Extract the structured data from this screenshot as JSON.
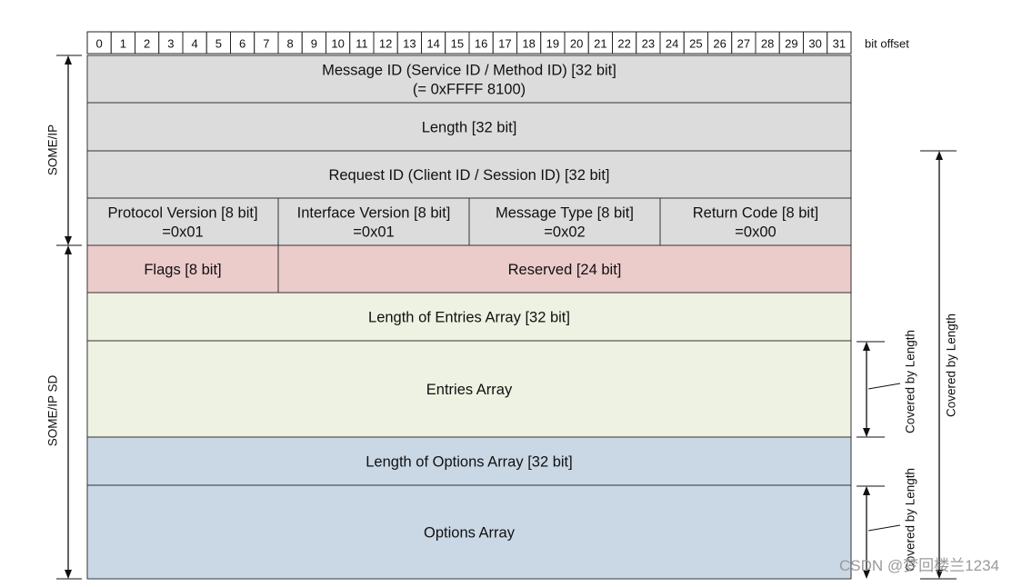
{
  "bit_offset_label": "bit offset",
  "bit_numbers": [
    "0",
    "1",
    "2",
    "3",
    "4",
    "5",
    "6",
    "7",
    "8",
    "9",
    "10",
    "11",
    "12",
    "13",
    "14",
    "15",
    "16",
    "17",
    "18",
    "19",
    "20",
    "21",
    "22",
    "23",
    "24",
    "25",
    "26",
    "27",
    "28",
    "29",
    "30",
    "31"
  ],
  "side_labels": {
    "someip": "SOME/IP",
    "someip_sd": "SOME/IP SD"
  },
  "brackets": {
    "covered_entries": "Covered by Length",
    "covered_options": "Covered by Length",
    "covered_all": "Covered by Length"
  },
  "colors": {
    "grey": "#dcdcdc",
    "pink": "#eccbcb",
    "green": "#eef2e2",
    "blue": "#cad8e6"
  },
  "rows": [
    {
      "id": "message-id",
      "cells": [
        {
          "lines": [
            "Message ID (Service ID / Method ID) [32 bit]",
            "(= 0xFFFF 8100)"
          ],
          "bits": 32
        }
      ]
    },
    {
      "id": "length",
      "cells": [
        {
          "lines": [
            "Length [32 bit]"
          ],
          "bits": 32
        }
      ]
    },
    {
      "id": "request-id",
      "cells": [
        {
          "lines": [
            "Request ID (Client ID / Session ID) [32 bit]"
          ],
          "bits": 32
        }
      ]
    },
    {
      "id": "header-fields",
      "cells": [
        {
          "lines": [
            "Protocol Version [8 bit]",
            "=0x01"
          ],
          "bits": 8
        },
        {
          "lines": [
            "Interface Version [8 bit]",
            "=0x01"
          ],
          "bits": 8
        },
        {
          "lines": [
            "Message Type [8 bit]",
            "=0x02"
          ],
          "bits": 8
        },
        {
          "lines": [
            "Return Code [8 bit]",
            "=0x00"
          ],
          "bits": 8
        }
      ]
    },
    {
      "id": "flags-reserved",
      "cells": [
        {
          "lines": [
            "Flags [8 bit]"
          ],
          "bits": 8
        },
        {
          "lines": [
            "Reserved [24 bit]"
          ],
          "bits": 24
        }
      ]
    },
    {
      "id": "length-entries",
      "cells": [
        {
          "lines": [
            "Length of Entries Array  [32 bit]"
          ],
          "bits": 32
        }
      ]
    },
    {
      "id": "entries-array",
      "cells": [
        {
          "lines": [
            "Entries Array"
          ],
          "bits": 32
        }
      ]
    },
    {
      "id": "length-options",
      "cells": [
        {
          "lines": [
            "Length of Options Array  [32 bit]"
          ],
          "bits": 32
        }
      ]
    },
    {
      "id": "options-array",
      "cells": [
        {
          "lines": [
            "Options Array"
          ],
          "bits": 32
        }
      ]
    }
  ],
  "watermark": "CSDN @梦回楼兰1234"
}
